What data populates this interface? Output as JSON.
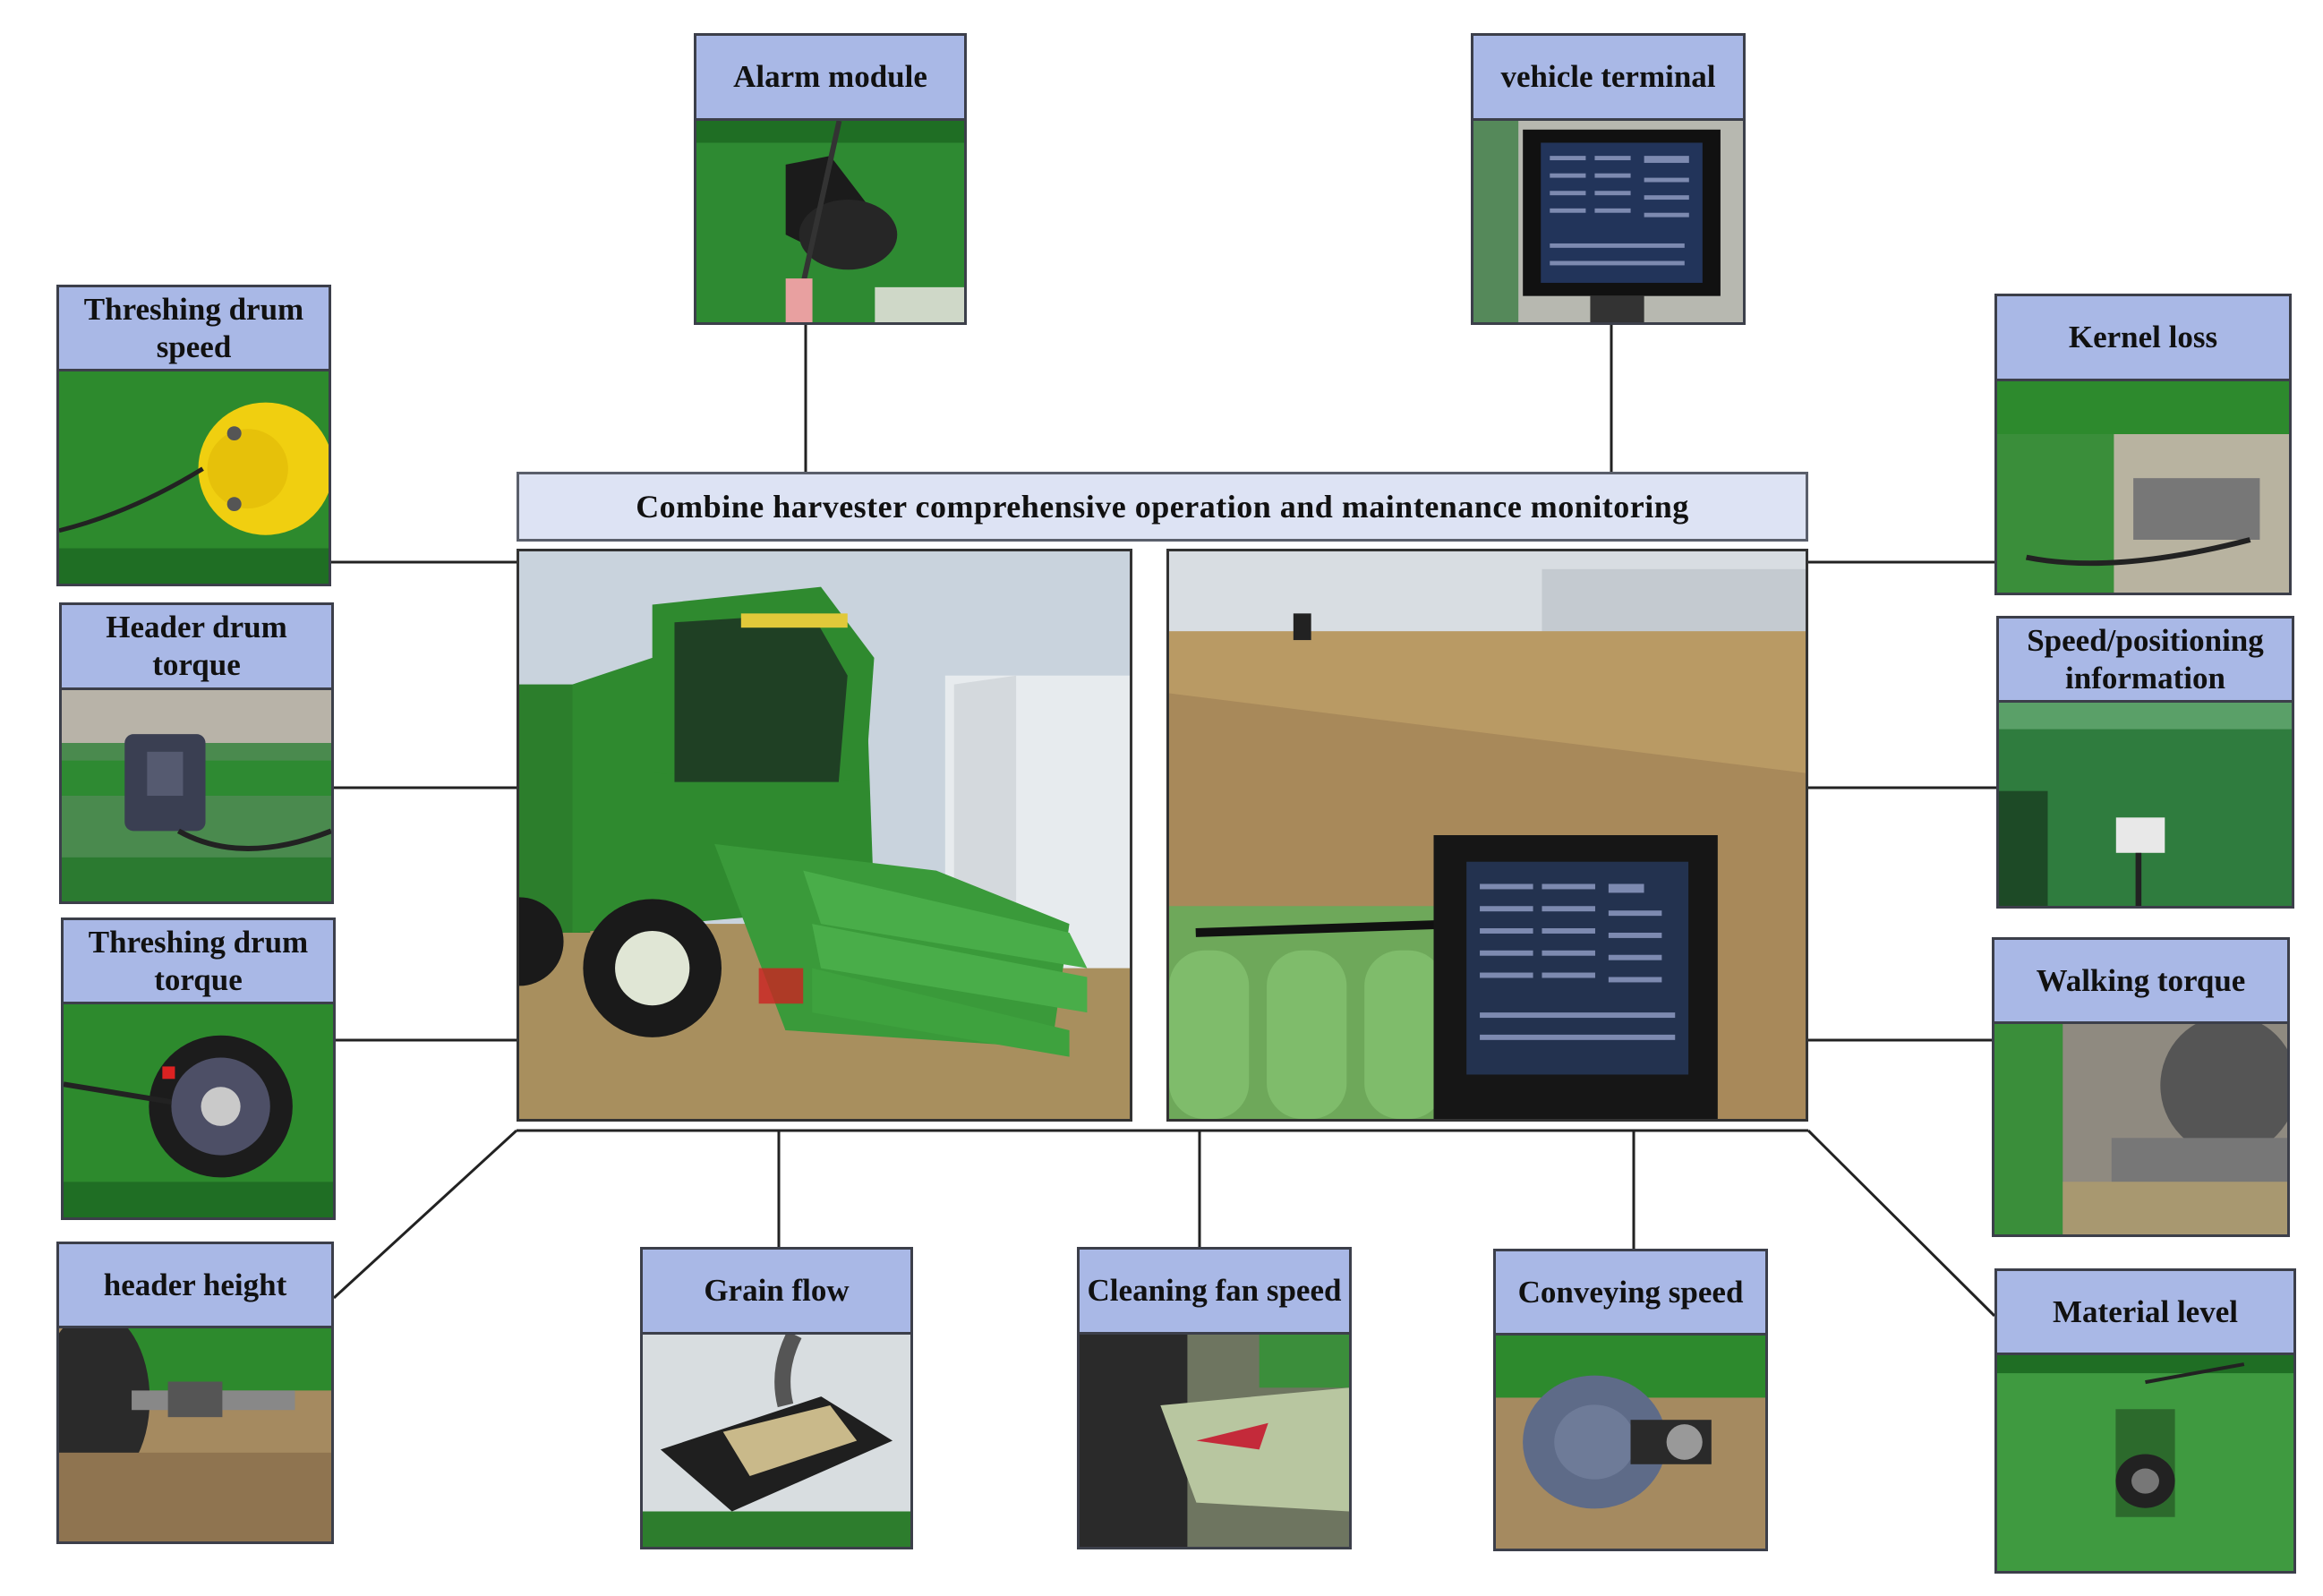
{
  "title": "Combine harvester comprehensive operation and maintenance monitoring",
  "modules": {
    "alarm_module": "Alarm module",
    "vehicle_terminal": "vehicle terminal",
    "threshing_drum_speed": "Threshing drum speed",
    "header_drum_torque": "Header drum torque",
    "threshing_drum_torque": "Threshing drum torque",
    "header_height": "header height",
    "grain_flow": "Grain flow",
    "cleaning_fan_speed": "Cleaning fan speed",
    "conveying_speed": "Conveying speed",
    "kernel_loss": "Kernel loss",
    "speed_positioning": "Speed/positioning information",
    "walking_torque": "Walking torque",
    "material_level": "Material level"
  },
  "colors": {
    "label_fill": "#a9b8e6",
    "title_fill": "#dde3f4",
    "machine_green": "#2f8a2f",
    "connector": "#222222"
  }
}
